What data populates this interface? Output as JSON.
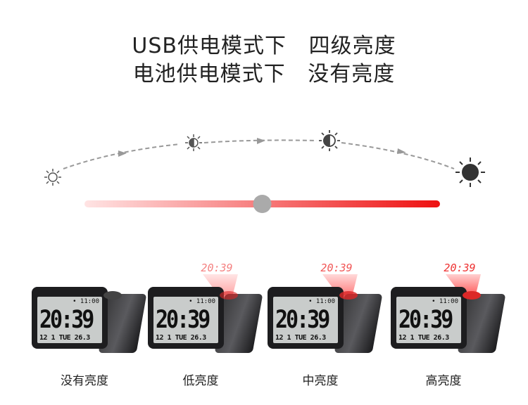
{
  "header": {
    "line1": "USB供电模式下   四级亮度",
    "line2": "电池供电模式下   没有亮度"
  },
  "slider": {
    "value_percent": 50,
    "color_start": "#ffdddd",
    "color_end": "#ee1111"
  },
  "clock_display": {
    "alarm": "• 11:00",
    "time": "20:39",
    "info": "12 1 TUE 26.3",
    "projection": "20:39"
  },
  "levels": [
    {
      "label": "没有亮度",
      "brightness": 0
    },
    {
      "label": "低亮度",
      "brightness": 0.35
    },
    {
      "label": "中亮度",
      "brightness": 0.7
    },
    {
      "label": "高亮度",
      "brightness": 1
    }
  ],
  "icons": [
    "sun-dim-icon",
    "sun-quarter-icon",
    "sun-half-icon",
    "sun-full-icon"
  ]
}
